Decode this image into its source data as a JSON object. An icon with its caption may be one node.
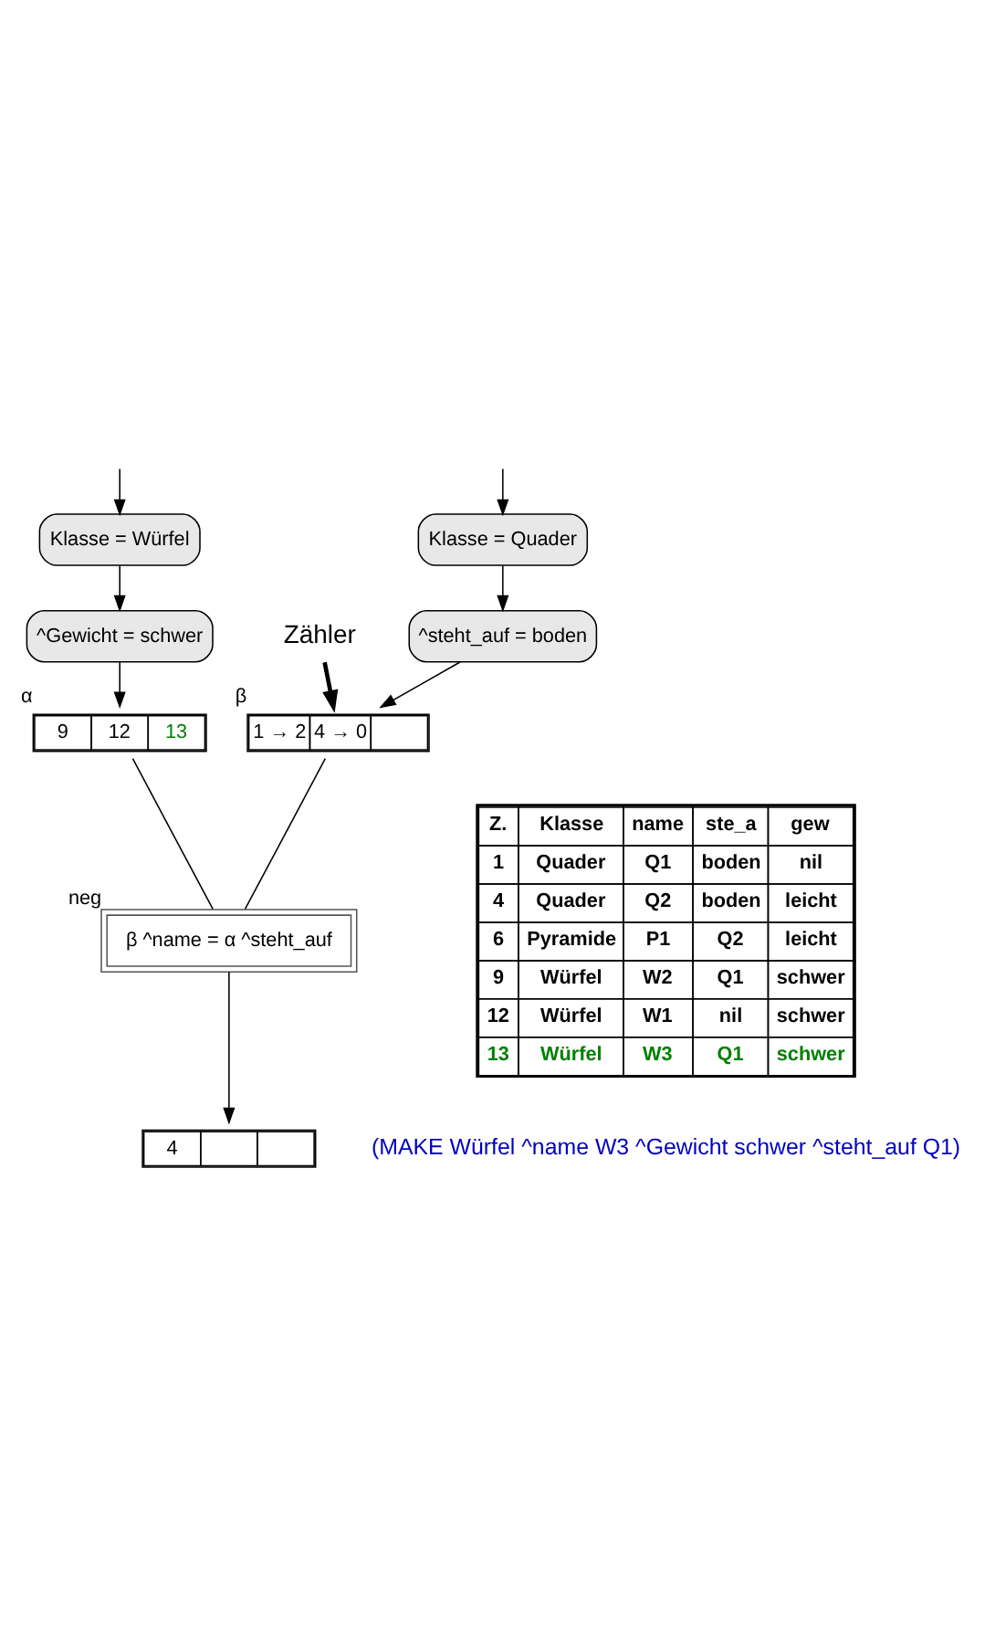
{
  "diagram": {
    "nodes": [
      {
        "text": [
          "Klasse = Quader"
        ]
      },
      {
        "text": [
          "^steht_auf = boden"
        ]
      },
      {
        "text": [
          "Klasse = Würfel"
        ]
      },
      {
        "text": [
          "^Gewicht = schwer"
        ]
      },
      {
        "text": [
          "1 → 2",
          "4 → 0"
        ],
        "beside": [
          "β"
        ]
      },
      {
        "text": [
          "β ^name = α ^steht_auf"
        ],
        "beside": [
          "neg"
        ]
      },
      {
        "text": [
          "9",
          "12",
          "13"
        ],
        "beside": [
          "α"
        ]
      },
      {
        "text": [
          "4"
        ]
      },
      {
        "text": [
          "Zähler"
        ]
      }
    ],
    "edges": [
      {
        "from": null,
        "to": 0,
        "arrow": "to"
      },
      {
        "from": 0,
        "to": 1,
        "arrow": "to"
      },
      {
        "from": 1,
        "to": 4,
        "arrow": "to"
      },
      {
        "from": null,
        "to": 2,
        "arrow": "to"
      },
      {
        "from": 2,
        "to": 3,
        "arrow": "to"
      },
      {
        "from": 3,
        "to": 6,
        "arrow": "to"
      },
      {
        "from": 4,
        "to": 5,
        "arrow": "none"
      },
      {
        "from": 6,
        "to": 5,
        "arrow": "none"
      },
      {
        "from": 5,
        "to": 7,
        "arrow": "to"
      },
      {
        "from": 8,
        "to": 4,
        "arrow": "to",
        "style": "thick"
      }
    ],
    "labels": [
      "Z.",
      "Klasse",
      "name",
      "ste_a",
      "gew",
      "1",
      "Quader",
      "Q1",
      "boden",
      "nil",
      "4",
      "Quader",
      "Q2",
      "boden",
      "leicht",
      "6",
      "Pyramide",
      "P1",
      "Q2",
      "leicht",
      "9",
      "Würfel",
      "W2",
      "Q1",
      "schwer",
      "12",
      "Würfel",
      "W1",
      "nil",
      "schwer",
      "13",
      "Würfel",
      "W3",
      "Q1",
      "schwer",
      "(MAKE Würfel ^name W3 ^Gewicht schwer ^steht_auf Q1)"
    ]
  }
}
